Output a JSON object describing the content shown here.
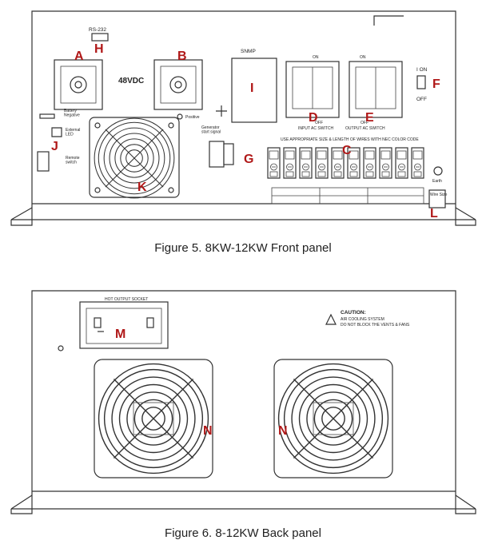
{
  "front_panel": {
    "caption": "Figure 5. 8KW-12KW Front panel",
    "texts": {
      "rs232": "RS-232",
      "vdc": "48VDC",
      "snmp": "SNMP",
      "on1": "ON",
      "on2": "ON",
      "off1": "OFF",
      "off2": "OFF",
      "i_on": "I ON",
      "o_off": "OFF",
      "battery_negative": "Battery\nNegative",
      "positive": "Positive",
      "external_led": "External\nLED",
      "remote_switch": "Remote\nswitch",
      "generator_start_signal": "Generator\nstart signal",
      "input_ac_switch": "INPUT AC SWITCH",
      "output_ac_switch": "OUTPUT AC SWITCH",
      "wire_note": "USE APPROPRIATE SIZE & LENGTH OF WIRES WITH NEC COLOR CODE",
      "earth": "Earth",
      "wire_size": "Wire Size"
    },
    "labels": [
      "A",
      "B",
      "C",
      "D",
      "E",
      "F",
      "G",
      "H",
      "I",
      "J",
      "K",
      "L"
    ]
  },
  "back_panel": {
    "caption": "Figure 6. 8-12KW Back panel",
    "texts": {
      "socket": "HOT OUTPUT SOCKET",
      "caution_title": "CAUTION:",
      "caution_line1": "AIR COOLING SYSTEM",
      "caution_line2": "DO NOT BLOCK THE  VENTS & FANS"
    },
    "labels": [
      "M",
      "N",
      "N"
    ]
  },
  "colors": {
    "label": "#b01818",
    "line": "#333333"
  }
}
